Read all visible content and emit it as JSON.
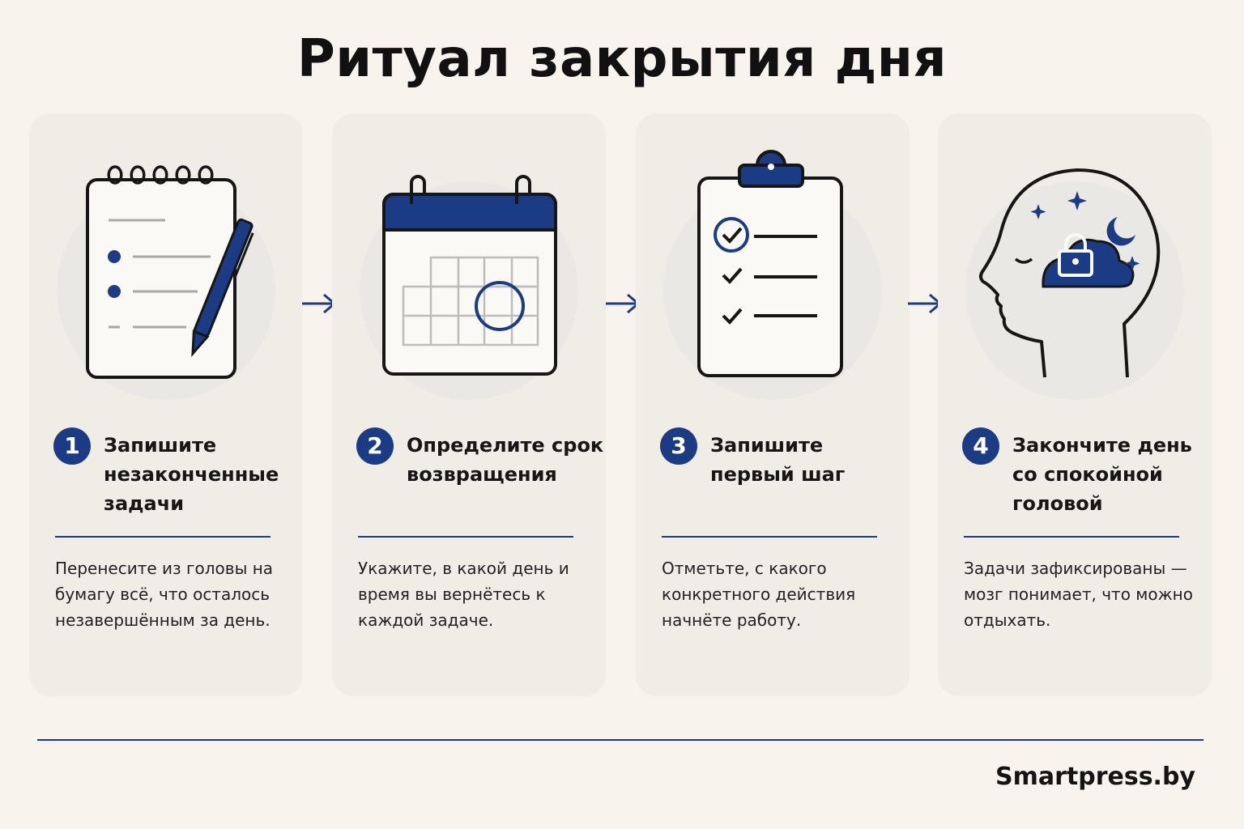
{
  "title": "Ритуал закрытия дня",
  "steps": [
    {
      "number": "1",
      "title": "Запишите незаконченные задачи",
      "description": "Перенесите из головы на бумагу всё, что осталось незавершённым за день.",
      "icon": "notepad-pen-icon"
    },
    {
      "number": "2",
      "title": "Определите срок возвращения",
      "description": "Укажите, в какой день и время вы вернётесь к каждой задаче.",
      "icon": "calendar-icon"
    },
    {
      "number": "3",
      "title": "Запишите первый шаг",
      "description": "Отметьте, с какого конкретного действия начнёте работу.",
      "icon": "clipboard-checklist-icon"
    },
    {
      "number": "4",
      "title": "Закончите день со спокойной головой",
      "description": "Задачи зафиксированы — мозг понимает, что можно отдыхать.",
      "icon": "calm-head-icon"
    }
  ],
  "brand": "Smartpress.by",
  "colors": {
    "accent": "#1b3b84",
    "background": "#f8f4ed",
    "card": "#f0ede7",
    "text": "#141414"
  }
}
